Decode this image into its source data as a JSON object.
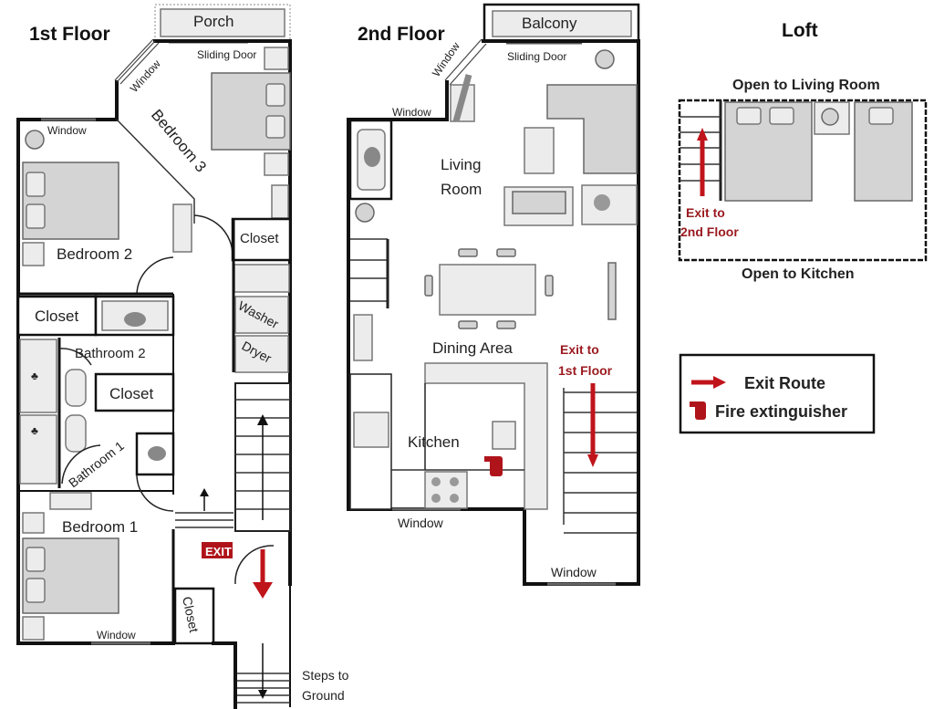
{
  "floor1": {
    "title": "1st Floor",
    "rooms": {
      "porch": "Porch",
      "sliding_door": "Sliding Door",
      "window_diag": "Window",
      "window_bedroom2": "Window",
      "bedroom3": "Bedroom 3",
      "bedroom2": "Bedroom 2",
      "closet_right": "Closet",
      "closet_left": "Closet",
      "washer": "Washer",
      "dryer": "Dryer",
      "bathroom2": "Bathroom 2",
      "closet_bath": "Closet",
      "bathroom1": "Bathroom 1",
      "bedroom1": "Bedroom 1",
      "exit_sign": "EXIT",
      "closet_bottom": "Closet",
      "window_bedroom1": "Window",
      "steps_line1": "Steps to",
      "steps_line2": "Ground"
    }
  },
  "floor2": {
    "title": "2nd Floor",
    "rooms": {
      "balcony": "Balcony",
      "sliding_door": "Sliding Door",
      "window_diag": "Window",
      "window_left": "Window",
      "living_line1": "Living",
      "living_line2": "Room",
      "dining": "Dining Area",
      "kitchen": "Kitchen",
      "window_kitchen": "Window",
      "window_stairs": "Window",
      "exit_line1": "Exit to",
      "exit_line2": "1st Floor"
    }
  },
  "loft": {
    "title": "Loft",
    "open_living": "Open to Living Room",
    "open_kitchen": "Open to Kitchen",
    "exit_line1": "Exit to",
    "exit_line2": "2nd Floor"
  },
  "legend": {
    "exit_route": "Exit Route",
    "fire_extinguisher": "Fire extinguisher"
  },
  "colors": {
    "exit_red": "#c0141b",
    "furniture": "#d4d4d4"
  }
}
